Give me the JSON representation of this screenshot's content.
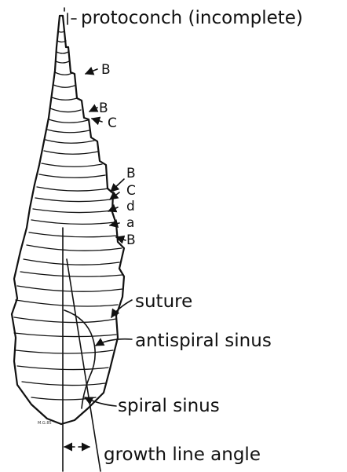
{
  "labels": {
    "protoconch": "protoconch (incomplete)",
    "B1": "B",
    "B2": "B",
    "C1": "C",
    "B3": "B",
    "C2": "C",
    "d": "d",
    "a": "a",
    "B4": "B",
    "suture": "suture",
    "antispiral_sinus": "antispiral sinus",
    "spiral_sinus": "spiral sinus",
    "growth_line_angle": "growth line angle",
    "signature": "M.G.85"
  },
  "colors": {
    "ink": "#111111",
    "paper": "#ffffff"
  }
}
